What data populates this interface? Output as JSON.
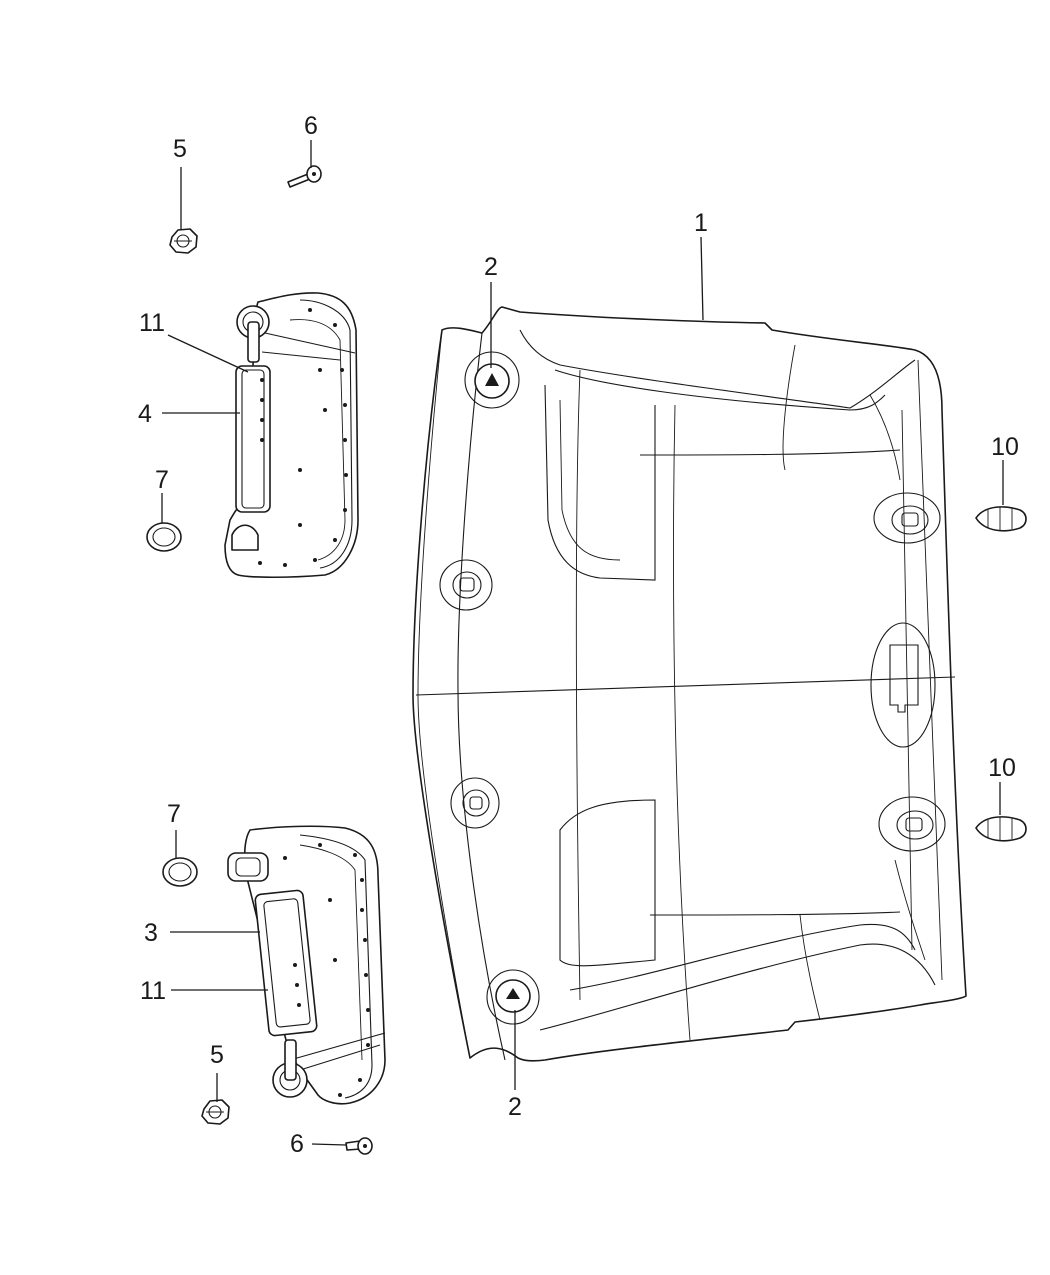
{
  "callouts": [
    {
      "id": "c1",
      "text": "1"
    },
    {
      "id": "c2a",
      "text": "2"
    },
    {
      "id": "c2b",
      "text": "2"
    },
    {
      "id": "c3",
      "text": "3"
    },
    {
      "id": "c4",
      "text": "4"
    },
    {
      "id": "c5a",
      "text": "5"
    },
    {
      "id": "c5b",
      "text": "5"
    },
    {
      "id": "c6a",
      "text": "6"
    },
    {
      "id": "c6b",
      "text": "6"
    },
    {
      "id": "c7a",
      "text": "7"
    },
    {
      "id": "c7b",
      "text": "7"
    },
    {
      "id": "c10a",
      "text": "10"
    },
    {
      "id": "c10b",
      "text": "10"
    },
    {
      "id": "c11a",
      "text": "11"
    },
    {
      "id": "c11b",
      "text": "11"
    }
  ]
}
